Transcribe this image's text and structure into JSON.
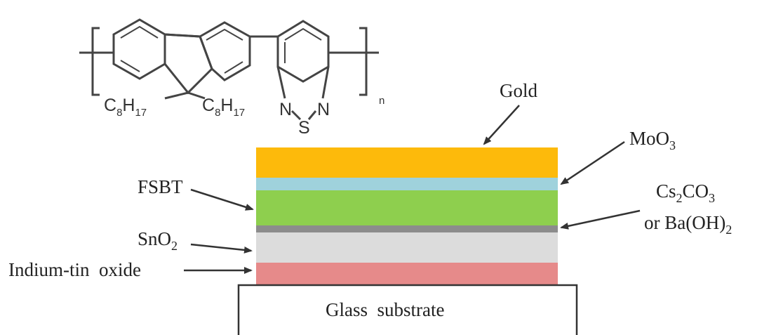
{
  "structure": {
    "substituent_left": {
      "main": "C",
      "sub1": "8",
      "mid": "H",
      "sub2": "17"
    },
    "substituent_right": {
      "main": "C",
      "sub1": "8",
      "mid": "H",
      "sub2": "17"
    },
    "atom_n1": "N",
    "atom_n2": "N",
    "atom_s": "S",
    "repeat_subscript": "n"
  },
  "layers": {
    "gold": {
      "label": "Gold",
      "color": "#FDBA0B"
    },
    "moo3": {
      "label_main": "MoO",
      "label_sub": "3",
      "color": "#9FD2DC"
    },
    "fsbt": {
      "label": "FSBT",
      "color": "#8ECF4E"
    },
    "interlayer": {
      "line1_main": "Cs",
      "line1_sub1": "2",
      "line1_mid": "CO",
      "line1_sub2": "3",
      "line2_main": "or Ba(OH)",
      "line2_sub": "2",
      "color": "#8C8C8C"
    },
    "sno2": {
      "label_main": "SnO",
      "label_sub": "2",
      "color": "#DCDCDC"
    },
    "ito": {
      "label": "Indium-tin  oxide",
      "color": "#E68A8A"
    },
    "glass": {
      "label": "Glass  substrate",
      "color": "#FFFFFF"
    }
  }
}
